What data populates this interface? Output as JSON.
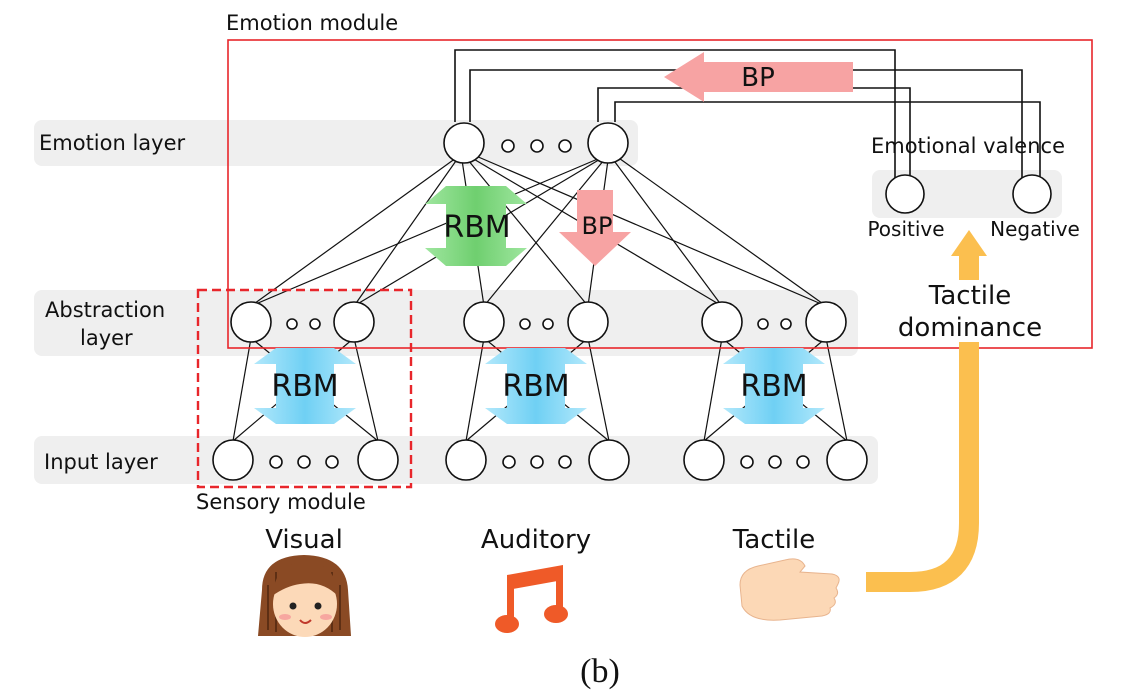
{
  "figure": {
    "emotion_module_label": "Emotion module",
    "sensory_module_label": "Sensory module",
    "caption": "(b)"
  },
  "layers": {
    "emotion": "Emotion layer",
    "abstraction_line1": "Abstraction",
    "abstraction_line2": "layer",
    "input": "Input layer"
  },
  "arrows": {
    "rbm": "RBM",
    "bp": "BP"
  },
  "valence": {
    "title": "Emotional valence",
    "positive": "Positive",
    "negative": "Negative",
    "tactile_line1": "Tactile",
    "tactile_line2": "dominance"
  },
  "modalities": {
    "visual": "Visual",
    "auditory": "Auditory",
    "tactile": "Tactile"
  },
  "icons": {
    "visual": "girl-face-icon",
    "auditory": "music-note-icon",
    "tactile": "hand-icon"
  },
  "colors": {
    "emotion_module_border": "#e8262b",
    "sensory_module_border": "#e8262b",
    "rbm_green": "#7fd67f",
    "rbm_blue": "#8ad8f6",
    "bp_pink": "#f7a3a3",
    "tactile_arrow": "#fbbf4f",
    "layer_band": "#efefef"
  }
}
